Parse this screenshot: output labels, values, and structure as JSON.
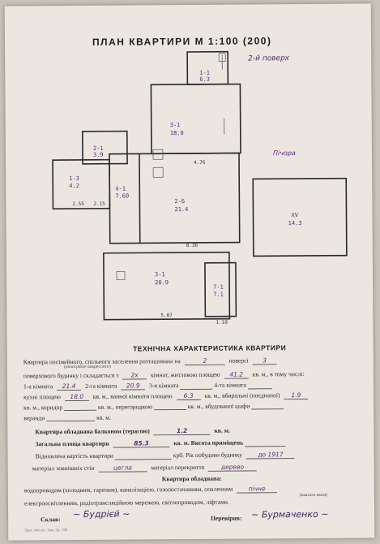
{
  "header": {
    "title": "ПЛАН КВАРТИРИ М 1:100 (200)",
    "handwritten_note": "2-й поверх"
  },
  "plan": {
    "rooms": [
      {
        "code": "1-1",
        "area": "6.3"
      },
      {
        "code": "3-1",
        "area": "18.0"
      },
      {
        "code": "2-1",
        "area": "3.9"
      },
      {
        "code": "1-3",
        "area": "4.2"
      },
      {
        "code": "4-1",
        "area": "7.60"
      },
      {
        "code": "2-6",
        "area": "21.4"
      },
      {
        "code": "XV",
        "area": "14.3"
      },
      {
        "code": "3-1",
        "area": "20.9"
      },
      {
        "code": "7-1",
        "area": "7.1"
      }
    ],
    "dimensions": [
      "4.76",
      "8.36",
      "2.55",
      "2.15",
      "5.07",
      "1.10"
    ],
    "street_label": "Пічора"
  },
  "characteristics": {
    "section_title": "ТЕХНІЧНА ХАРАКТЕРИСТИКА КВАРТИРИ",
    "line1_a": "Квартира посімейного, спільного заселення розташована на",
    "floor": "2",
    "line1_b": "поверсі",
    "floors_total": "3",
    "note_small": "(непотрібне викреслити)",
    "line2_a": "поверхового будинку і складається з",
    "rooms_count": "2х",
    "line2_b": "кімнат, житловою площею",
    "living_area": "41.2",
    "line2_c": "кв. м., в тому числі:",
    "room1_label": "1-а кімната",
    "room1_area": "21.4",
    "room2_label": "2-га кімната",
    "room2_area": "20.9",
    "room3_label": "3-я кімната",
    "room4_label": "4-та кімната",
    "kitchen_label": "кухні площею",
    "kitchen_area": "18.0",
    "bath_label": "кв. м., ванної кімнати площею",
    "bath_area": "6.3",
    "wc_label": "кв. м., вбиральні (поєднаної)",
    "wc_area": "1.9",
    "corridor_label": "кв. м., коридор",
    "pantry_label": "кв. м., перегородкою",
    "wardrobe_label": "кв. м., вбудованої шафи",
    "veranda_label": "веранди",
    "sqm": "кв. м.",
    "balcony_label": "Квартира обладнана балконом (терасою)",
    "balcony_area": "1.2",
    "total_label": "Загальна площа квартири",
    "total_area": "85.3",
    "height_label": "кв. м. Висота приміщень",
    "cost_label": "Відновлена вартість квартири",
    "year_label": "крб. Рік побудови будинку",
    "year_built": "до 1917",
    "walls_label": "матеріал зовнішніх стін",
    "walls_value": "цегла",
    "ceiling_label": "матеріал перекриття",
    "ceiling_value": "дерево",
    "equip_title": "Квартира обладнана:",
    "equip_line1": "водопроводом (холодним, гарячим), каналізацією, газопостачанням, опаленням",
    "heating_value": "пічне",
    "heating_note": "(вказати яким)",
    "equip_line2": "електроосвітленням, радіотрансляційною мережею, світлопроводом, ліфтами.",
    "drafted_label": "Склав:",
    "checked_label": "Перевірив:",
    "print_mark": "Зраз. обслуг. Зам. 5р. 100"
  }
}
